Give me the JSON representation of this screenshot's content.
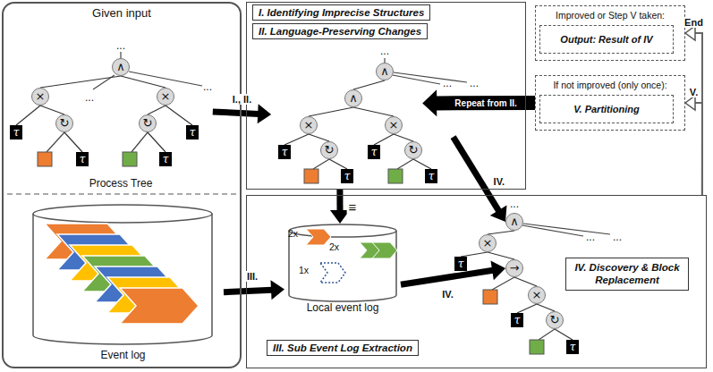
{
  "diagram": {
    "nodes": [
      {
        "text": [
          "Given input"
        ]
      },
      {
        "text": [
          "∧"
        ],
        "in": 0
      },
      {
        "text": [
          "×"
        ],
        "in": 0
      },
      {
        "text": [
          "×"
        ],
        "in": 0
      },
      {
        "text": [
          "τ"
        ],
        "in": 0
      },
      {
        "text": [
          "↻"
        ],
        "in": 0
      },
      {
        "text": [
          "τ"
        ],
        "in": 0
      },
      {
        "text": [
          "↻"
        ],
        "in": 0
      },
      {
        "text": [
          "τ"
        ],
        "in": 0
      },
      {
        "text": [
          "τ"
        ],
        "in": 0
      },
      {
        "text": [
          "Event log"
        ],
        "in": 0
      },
      {
        "text": [
          "I. Identifying Imprecise Structures",
          "II. Language-Preserving Changes"
        ]
      },
      {
        "text": [
          "∧"
        ],
        "in": 11
      },
      {
        "text": [
          "∧"
        ],
        "in": 11
      },
      {
        "text": [
          "×"
        ],
        "in": 11
      },
      {
        "text": [
          "×"
        ],
        "in": 11
      },
      {
        "text": [
          "τ"
        ],
        "in": 11
      },
      {
        "text": [
          "↻"
        ],
        "in": 11
      },
      {
        "text": [
          "τ"
        ],
        "in": 11
      },
      {
        "text": [
          "τ"
        ],
        "in": 11
      },
      {
        "text": [
          "↻"
        ],
        "in": 11
      },
      {
        "text": [
          "τ"
        ],
        "in": 11
      },
      {
        "text": [
          "Improved or Step V taken:"
        ]
      },
      {
        "text": [
          "Output: Result of IV"
        ],
        "in": 22
      },
      {
        "text": [
          "If not improved (only once):"
        ]
      },
      {
        "text": [
          "V. Partitioning"
        ],
        "in": 24
      },
      {
        "text": [
          "III. Sub Event Log Extraction",
          "IV. Discovery & Block Replacement"
        ]
      },
      {
        "text": [
          "2x",
          "2x",
          "1x",
          "Local event log"
        ],
        "in": 26
      },
      {
        "text": [
          "∧"
        ],
        "in": 26
      },
      {
        "text": [
          "×"
        ],
        "in": 26
      },
      {
        "text": [
          "τ"
        ],
        "in": 26
      },
      {
        "text": [
          "→"
        ],
        "in": 26
      },
      {
        "text": [
          "×"
        ],
        "in": 26
      },
      {
        "text": [
          "τ"
        ],
        "in": 26
      },
      {
        "text": [
          "↻"
        ],
        "in": 26
      },
      {
        "text": [
          "τ"
        ],
        "in": 26
      }
    ],
    "edges": [
      {
        "from": 1,
        "to": 2,
        "arrow": "none"
      },
      {
        "from": 1,
        "to": 3,
        "arrow": "none"
      },
      {
        "from": 2,
        "to": 4,
        "arrow": "none"
      },
      {
        "from": 2,
        "to": 5,
        "arrow": "none"
      },
      {
        "from": 5,
        "to": 6,
        "arrow": "none"
      },
      {
        "from": 3,
        "to": 7,
        "arrow": "none"
      },
      {
        "from": 3,
        "to": 8,
        "arrow": "none"
      },
      {
        "from": 7,
        "to": 9,
        "arrow": "none"
      },
      {
        "from": 12,
        "to": 13,
        "arrow": "none"
      },
      {
        "from": 13,
        "to": 14,
        "arrow": "none"
      },
      {
        "from": 13,
        "to": 15,
        "arrow": "none"
      },
      {
        "from": 14,
        "to": 16,
        "arrow": "none"
      },
      {
        "from": 14,
        "to": 17,
        "arrow": "none"
      },
      {
        "from": 17,
        "to": 18,
        "arrow": "none"
      },
      {
        "from": 15,
        "to": 19,
        "arrow": "none"
      },
      {
        "from": 15,
        "to": 20,
        "arrow": "none"
      },
      {
        "from": 20,
        "to": 21,
        "arrow": "none"
      },
      {
        "from": 28,
        "to": 29,
        "arrow": "none"
      },
      {
        "from": 29,
        "to": 30,
        "arrow": "none"
      },
      {
        "from": 29,
        "to": 31,
        "arrow": "none"
      },
      {
        "from": 31,
        "to": 32,
        "arrow": "none"
      },
      {
        "from": 32,
        "to": 33,
        "arrow": "none"
      },
      {
        "from": 32,
        "to": 34,
        "arrow": "none"
      },
      {
        "from": 34,
        "to": 35,
        "arrow": "none"
      },
      {
        "from": 0,
        "to": 11,
        "label": "I., II.",
        "arrow": "to"
      },
      {
        "from": 10,
        "to": 27,
        "label": "III.",
        "arrow": "to"
      },
      {
        "from": 11,
        "to": 27,
        "label": "≡",
        "arrow": "to"
      },
      {
        "from": 11,
        "to": 28,
        "label": "IV.",
        "arrow": "to"
      },
      {
        "from": 27,
        "to": 31,
        "label": "IV.",
        "arrow": "to"
      },
      {
        "from": 26,
        "to": 22,
        "label": "End",
        "arrow": "to"
      },
      {
        "from": 26,
        "to": 24,
        "label": "V.",
        "arrow": "to"
      },
      {
        "from": 24,
        "to": 11,
        "label": "Repeat from II.",
        "arrow": "to"
      }
    ],
    "labels": [
      "...",
      "...",
      "...",
      "Process Tree",
      "...",
      "...",
      "...",
      "...",
      "...",
      "..."
    ]
  }
}
